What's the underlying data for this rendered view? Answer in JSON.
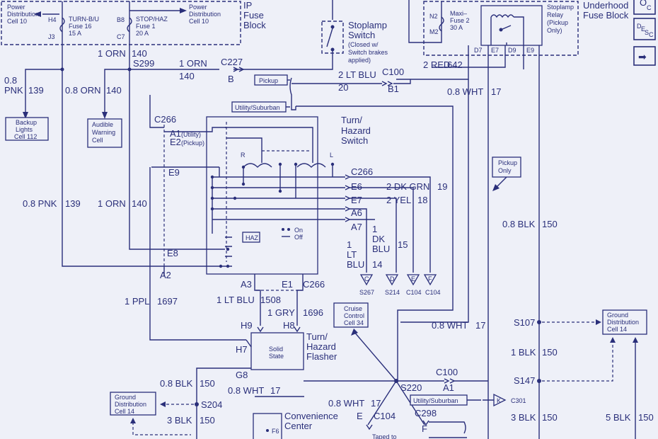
{
  "labels": {
    "power_dist_l1": "Power",
    "power_dist_l2": "Distribution",
    "power_dist_l3": "Cell 10",
    "h4": "H4",
    "turn_fuse_l1": "TURN-B/U",
    "turn_fuse_l2": "Fuse 16",
    "turn_fuse_l3": "15 A",
    "j3": "J3",
    "b8": "B8",
    "stop_fuse_l1": "STOP/HAZ",
    "stop_fuse_l2": "Fuse 1",
    "stop_fuse_l3": "20 A",
    "c7": "C7",
    "power_dist2_l1": "Power",
    "power_dist2_l2": "Distribution",
    "power_dist2_l3": "Cell 10",
    "ip_fuse_l1": "IP",
    "ip_fuse_l2": "Fuse",
    "ip_fuse_l3": "Block",
    "orn_top": "1 ORN",
    "orn_top_n": "140",
    "s299": "S299",
    "orn_mid": "1 ORN",
    "orn_mid_n": "140",
    "c227": "C227",
    "c227_b": "B",
    "pnk_1": "0.8",
    "pnk_2": "PNK",
    "pnk_n": "139",
    "orn08": "0.8 ORN",
    "orn08_n": "140",
    "backup_l1": "Backup",
    "backup_l2": "Lights",
    "backup_l3": "Cell 112",
    "audible_l1": "Audible",
    "audible_l2": "Warning",
    "audible_l3": "Cell",
    "stoplamp_l1": "Stoplamp",
    "stoplamp_l2": "Switch",
    "stoplamp_l3": "(Closed w/",
    "stoplamp_l4": "Switch brakes",
    "stoplamp_l5": "applied)",
    "n2": "N2",
    "maxi_l1": "Maxi–",
    "maxi_l2": "Fuse 2",
    "maxi_l3": "30 A",
    "m2": "M2",
    "relay_l1": "Stoplamp",
    "relay_l2": "Relay",
    "relay_l3": "(Pickup",
    "relay_l4": "Only)",
    "d7": "D7",
    "e7": "E7",
    "d9": "D9",
    "e9": "E9",
    "underhood_l1": "Underhood",
    "underhood_l2": "Fuse Block",
    "red": "2 RED",
    "red_n": "642",
    "pickup": "Pickup",
    "lt_blu_2": "2 LT BLU",
    "lt_blu_2_n": "20",
    "c100": "C100",
    "b1": "B1",
    "wht08": "0.8 WHT",
    "wht08_n": "17",
    "utility": "Utility/Suburban",
    "c266": "C266",
    "a1_utility": "A1",
    "a1_utility_note": "(Utility)",
    "e2_pickup": "E2",
    "e2_pickup_note": "(Pickup)",
    "turn_sw_l1": "Turn/",
    "turn_sw_l2": "Hazard",
    "turn_sw_l3": "Switch",
    "r": "R",
    "l": "L",
    "e9b": "E9",
    "c266b": "C266",
    "e6": "E6",
    "dkgrn": "2 DK GRN",
    "dkgrn_n": "19",
    "e7b": "E7",
    "yel": "2 YEL",
    "yel_n": "18",
    "a6": "A6",
    "a7": "A7",
    "dkblu_1": "1",
    "dkblu_2": "DK",
    "dkblu_3": "BLU",
    "dkblu_n": "15",
    "ltblu_1": "1",
    "ltblu_2": "LT",
    "ltblu_3": "BLU",
    "ltblu_n": "14",
    "pnk_left": "0.8 PNK",
    "pnk_left_n": "139",
    "orn_left": "1 ORN",
    "orn_left_n": "140",
    "haz": "HAZ",
    "on": "On",
    "off": "Off",
    "e8": "E8",
    "a2": "A2",
    "conn_c": "C",
    "conn_d": "D",
    "conn_e": "E",
    "conn_f": "F",
    "s267": "S267",
    "s214": "S214",
    "c104a": "C104",
    "c104b": "C104",
    "pickup_only_l1": "Pickup",
    "pickup_only_l2": "Only",
    "blk08": "0.8 BLK",
    "blk08_n": "150",
    "a3": "A3",
    "e1": "E1",
    "c266c": "C266",
    "ppl": "1 PPL",
    "ppl_n": "1697",
    "ltblu1": "1 LT BLU",
    "ltblu1_n": "1508",
    "gry": "1 GRY",
    "gry_n": "1696",
    "h9": "H9",
    "h8": "H8",
    "cruise_l1": "Cruise",
    "cruise_l2": "Control",
    "cruise_l3": "Cell 34",
    "wht08b": "0.8 WHT",
    "wht08b_n": "17",
    "s107": "S107",
    "ground_r_l1": "Ground",
    "ground_r_l2": "Distribution",
    "ground_r_l3": "Cell 14",
    "h7": "H7",
    "solid_l1": "Solid",
    "solid_l2": "State",
    "flasher_l1": "Turn/",
    "flasher_l2": "Hazard",
    "flasher_l3": "Flasher",
    "blk1": "1 BLK",
    "blk1_n": "150",
    "g8": "G8",
    "c100b": "C100",
    "a1b": "A1",
    "s220": "S220",
    "s147": "S147",
    "blk08b": "0.8 BLK",
    "blk08b_n": "150",
    "wht08c": "0.8 WHT",
    "wht08c_n": "17",
    "s204": "S204",
    "ground_l_l1": "Ground",
    "ground_l_l2": "Distribution",
    "ground_l_l3": "Cell 14",
    "wht08d": "0.8 WHT",
    "wht08d_n": "17",
    "e_conn": "E",
    "c104c": "C104",
    "utility2": "Utility/Suburban",
    "k": "K",
    "c301": "C301",
    "c298": "C298",
    "f_conn": "F",
    "blk3": "3 BLK",
    "blk3_n": "150",
    "blk3b": "3 BLK",
    "blk3b_n": "150",
    "blk5": "5 BLK",
    "blk5_n": "150",
    "conv_l1": "Convenience",
    "conv_l2": "Center",
    "f6": "F6",
    "taped": "Taped to"
  },
  "nav": {
    "oc_label": "O",
    "oc_sub": "C",
    "desc_d": "D",
    "desc_e": "E",
    "desc_s": "S",
    "desc_c": "C",
    "next_arrow": "➡"
  }
}
